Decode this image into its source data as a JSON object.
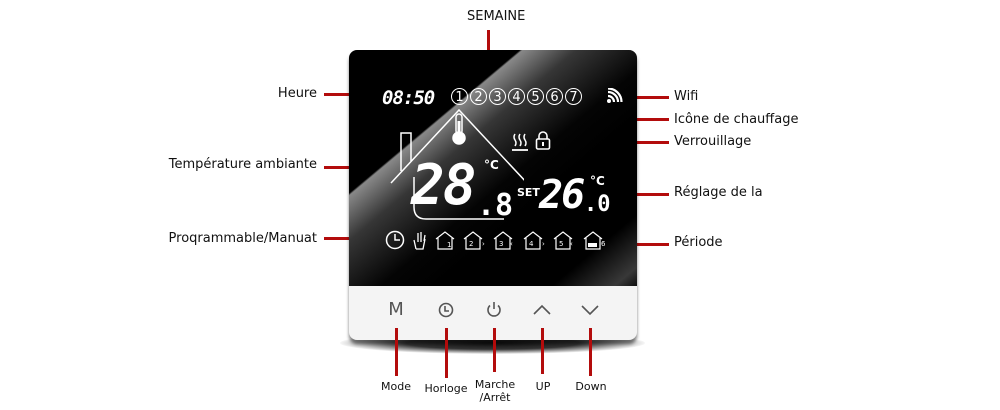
{
  "top_label": "SEMAINE",
  "left_labels": [
    {
      "id": "heure",
      "text": "Heure"
    },
    {
      "id": "temperature",
      "text": "Température ambiante"
    },
    {
      "id": "programmable",
      "text": "Proqrammable/Manuat"
    }
  ],
  "right_labels": [
    {
      "id": "wifi",
      "text": "Wifi"
    },
    {
      "id": "heating",
      "text": "Icône de chauffage"
    },
    {
      "id": "lock",
      "text": "Verrouillage"
    },
    {
      "id": "setting",
      "text": "Réglage de la"
    },
    {
      "id": "period",
      "text": "Période"
    }
  ],
  "bottom_labels": [
    {
      "id": "mode",
      "text": "Mode"
    },
    {
      "id": "clock",
      "text": "Horloge"
    },
    {
      "id": "power",
      "text": "Marche\n/Arrêt",
      "line1": "Marche",
      "line2": "/Arrêt"
    },
    {
      "id": "up",
      "text": "UP"
    },
    {
      "id": "down",
      "text": "Down"
    }
  ],
  "display": {
    "time": "08:50",
    "days": [
      "1",
      "2",
      "3",
      "4",
      "5",
      "6",
      "7"
    ],
    "room_temp_int": "28",
    "room_temp_dec": ".8",
    "room_unit": "°C",
    "set_label": "SET",
    "set_temp_int": "26",
    "set_temp_dec": ".0",
    "set_unit": "°C",
    "period_labels": [
      "1",
      "2",
      "3",
      "4",
      "5",
      "6"
    ]
  },
  "buttons": {
    "mode": "M",
    "clock": "clock-icon",
    "power": "power-icon",
    "up": "chevron-up-icon",
    "down": "chevron-down-icon"
  },
  "colors": {
    "callout": "#b30c0c",
    "screen": "#000000",
    "panel": "#f4f4f4"
  }
}
